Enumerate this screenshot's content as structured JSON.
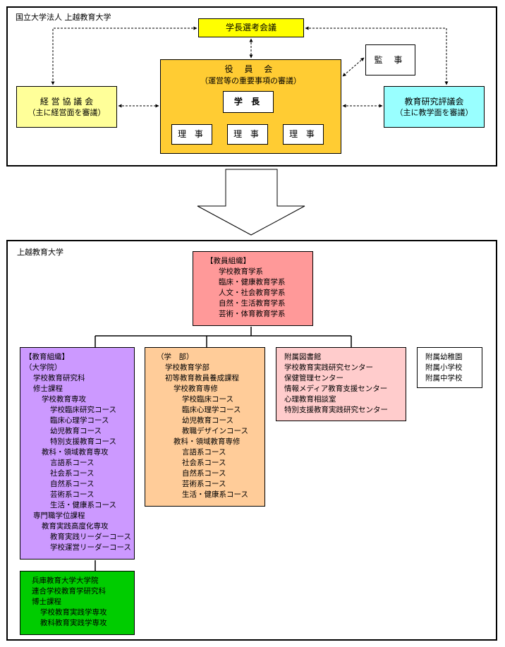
{
  "top": {
    "title": "国立大学法人 上越教育大学",
    "president_selection": "学長選考会議",
    "board": {
      "title": "役 員 会",
      "subtitle": "（運営等の重要事項の審議）",
      "president": "学 長",
      "directors": [
        "理 事",
        "理 事",
        "理 事"
      ]
    },
    "auditor": "監 事",
    "management_council": {
      "title": "経 営 協 議 会",
      "subtitle": "（主に経営面を審議）"
    },
    "education_council": {
      "title": "教育研究評議会",
      "subtitle": "（主に教学面を審議）"
    }
  },
  "bottom": {
    "title": "上越教育大学",
    "faculty_org": [
      {
        "text": "【教員組織】",
        "indent": 0
      },
      {
        "text": "学校教育学系",
        "indent": 1
      },
      {
        "text": "臨床・健康教育学系",
        "indent": 1
      },
      {
        "text": "人文・社会教育学系",
        "indent": 1
      },
      {
        "text": "自然・生活教育学系",
        "indent": 1
      },
      {
        "text": "芸術・体育教育学系",
        "indent": 1
      }
    ],
    "education_org": [
      {
        "text": "【教育組織】",
        "indent": 0
      },
      {
        "text": "（大学院）",
        "indent": 0
      },
      {
        "text": "学校教育研究科",
        "indent": 1
      },
      {
        "text": "修士課程",
        "indent": 1
      },
      {
        "text": "学校教育専攻",
        "indent": 2
      },
      {
        "text": "学校臨床研究コース",
        "indent": 3
      },
      {
        "text": "臨床心理学コース",
        "indent": 3
      },
      {
        "text": "幼児教育コース",
        "indent": 3
      },
      {
        "text": "特別支援教育コース",
        "indent": 3
      },
      {
        "text": "教科・領域教育専攻",
        "indent": 2
      },
      {
        "text": "言語系コース",
        "indent": 3
      },
      {
        "text": "社会系コース",
        "indent": 3
      },
      {
        "text": "自然系コース",
        "indent": 3
      },
      {
        "text": "芸術系コース",
        "indent": 3
      },
      {
        "text": "生活・健康系コース",
        "indent": 3
      },
      {
        "text": "専門職学位課程",
        "indent": 1
      },
      {
        "text": "教育実践高度化専攻",
        "indent": 2
      },
      {
        "text": "教育実践リーダーコース",
        "indent": 3
      },
      {
        "text": "学校運営リーダーコース",
        "indent": 3
      }
    ],
    "undergrad": [
      {
        "text": "（学　部）",
        "indent": 0
      },
      {
        "text": "学校教育学部",
        "indent": 1
      },
      {
        "text": "初等教育教員養成課程",
        "indent": 1
      },
      {
        "text": "学校教育専修",
        "indent": 2
      },
      {
        "text": "学校臨床コース",
        "indent": 3
      },
      {
        "text": "臨床心理学コース",
        "indent": 3
      },
      {
        "text": "幼児教育コース",
        "indent": 3
      },
      {
        "text": "教職デザインコース",
        "indent": 3
      },
      {
        "text": "教科・領域教育専修",
        "indent": 2
      },
      {
        "text": "言語系コース",
        "indent": 3
      },
      {
        "text": "社会系コース",
        "indent": 3
      },
      {
        "text": "自然系コース",
        "indent": 3
      },
      {
        "text": "芸術系コース",
        "indent": 3
      },
      {
        "text": "生活・健康系コース",
        "indent": 3
      }
    ],
    "facilities": [
      "附属図書館",
      "学校教育実践研究センター",
      "保健管理センター",
      "情報メディア教育支援センター",
      "心理教育相談室",
      "特別支援教育実践研究センター"
    ],
    "schools": [
      "附属幼稚園",
      "附属小学校",
      "附属中学校"
    ],
    "hyogo": [
      {
        "text": "兵庫教育大学大学院",
        "indent": 0
      },
      {
        "text": "連合学校教育学研究科",
        "indent": 0
      },
      {
        "text": "博士課程",
        "indent": 0
      },
      {
        "text": "学校教育実践学専攻",
        "indent": 1
      },
      {
        "text": "教科教育実践学専攻",
        "indent": 1
      }
    ]
  },
  "colors": {
    "president_selection": "#ffff00",
    "board": "#ffcc33",
    "management_council": "#ffff99",
    "education_council": "#99ffff",
    "faculty_org": "#ff9999",
    "education_org": "#cc99ff",
    "undergrad": "#ffcc99",
    "facilities": "#ffcccc",
    "hyogo": "#00cc00"
  }
}
